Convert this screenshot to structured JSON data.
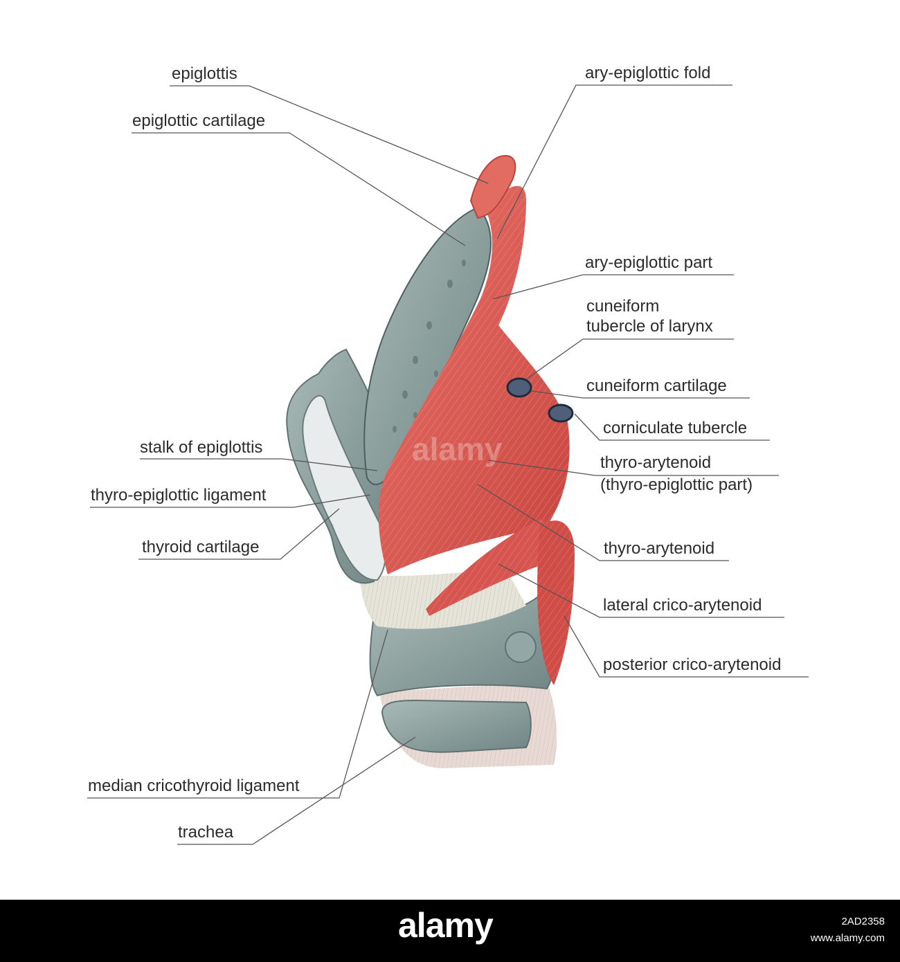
{
  "labels": {
    "epiglottis": "epiglottis",
    "epiglottic_cartilage": "epiglottic cartilage",
    "ary_epiglottic_fold": "ary-epiglottic fold",
    "ary_epiglottic_part": "ary-epiglottic part",
    "cuneiform_tubercle_1": "cuneiform",
    "cuneiform_tubercle_2": "tubercle of larynx",
    "cuneiform_cartilage": "cuneiform cartilage",
    "corniculate_tubercle": "corniculate tubercle",
    "stalk_of_epiglottis": "stalk of epiglottis",
    "thyro_epiglottic_ligament": "thyro-epiglottic ligament",
    "thyro_arytenoid_epi_1": "thyro-arytenoid",
    "thyro_arytenoid_epi_2": "(thyro-epiglottic part)",
    "thyroid_cartilage": "thyroid cartilage",
    "thyro_arytenoid": "thyro-arytenoid",
    "lateral_crico_arytenoid": "lateral crico-arytenoid",
    "posterior_crico_arytenoid": "posterior crico-arytenoid",
    "median_cricothyroid_ligament": "median cricothyroid ligament",
    "trachea": "trachea"
  },
  "watermark": "alamy",
  "footer": {
    "logo": "alamy",
    "image_id": "2AD2358",
    "site": "www.alamy.com"
  },
  "colors": {
    "muscle": "#d9534f",
    "cartilage": "#8fa3a2",
    "ligament": "#e2e0d6",
    "leader": "#555555",
    "footer_bg": "#000000"
  }
}
